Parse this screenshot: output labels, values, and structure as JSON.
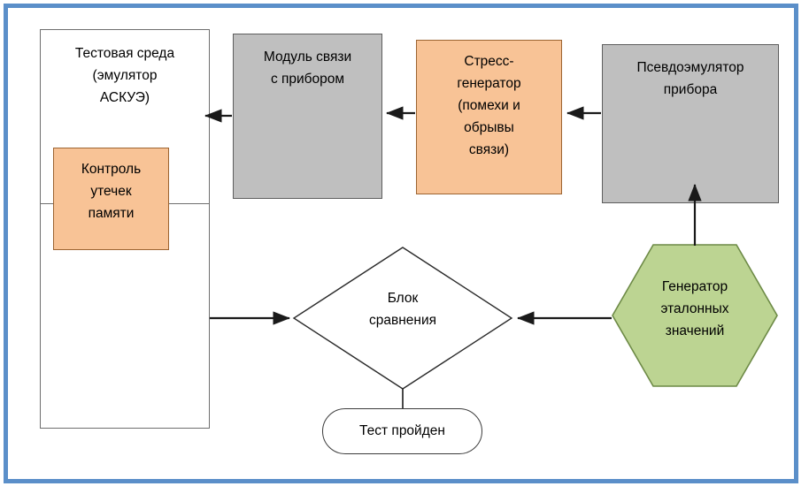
{
  "diagram": {
    "title_text": "",
    "frame_color": "#5b8fc9",
    "background": "#ffffff",
    "nodes": [
      {
        "id": "test-environment",
        "label": "Тестовая среда\n(эмулятор\nАСКУЭ)",
        "shape": "rectangle",
        "fill": "#ffffff",
        "stroke": "#6e6e6e"
      },
      {
        "id": "memory-leak-control",
        "label": "Контроль\nутечек\nпамяти",
        "shape": "rectangle",
        "fill": "#f8c396",
        "stroke": "#9c6432"
      },
      {
        "id": "communication-module",
        "label": "Модуль связи\nс прибором",
        "shape": "rectangle",
        "fill": "#bfbfbf",
        "stroke": "#5d5d5d"
      },
      {
        "id": "stress-generator",
        "label": "Стресс-\nгенератор\n(помехи и\nобрывы\nсвязи)",
        "shape": "rectangle",
        "fill": "#f8c396",
        "stroke": "#9c6432"
      },
      {
        "id": "pseudo-emulator",
        "label": "Псевдоэмулятор\nприбора",
        "shape": "rectangle",
        "fill": "#bfbfbf",
        "stroke": "#5d5d5d"
      },
      {
        "id": "comparison-block",
        "label": "Блок\nсравнения",
        "shape": "diamond",
        "fill": "#ffffff",
        "stroke": "#2b2b2b"
      },
      {
        "id": "reference-generator",
        "label": "Генератор\nэталонных\nзначений",
        "shape": "hexagon",
        "fill": "#bcd492",
        "stroke": "#6d8a46"
      },
      {
        "id": "test-passed",
        "label": "Тест пройден",
        "shape": "rounded-rectangle",
        "fill": "#ffffff",
        "stroke": "#3c3c3c"
      }
    ],
    "edges": [
      {
        "id": "edge-comm-to-env",
        "from": "communication-module",
        "to": "test-environment",
        "arrow": true
      },
      {
        "id": "edge-stress-to-comm",
        "from": "stress-generator",
        "to": "communication-module",
        "arrow": true
      },
      {
        "id": "edge-pseudo-to-stress",
        "from": "pseudo-emulator",
        "to": "stress-generator",
        "arrow": true
      },
      {
        "id": "edge-ref-to-pseudo",
        "from": "reference-generator",
        "to": "pseudo-emulator",
        "arrow": true
      },
      {
        "id": "edge-env-to-compare",
        "from": "test-environment",
        "to": "comparison-block",
        "arrow": true
      },
      {
        "id": "edge-ref-to-compare",
        "from": "reference-generator",
        "to": "comparison-block",
        "arrow": true
      },
      {
        "id": "edge-compare-to-passed",
        "from": "comparison-block",
        "to": "test-passed",
        "arrow": false
      }
    ]
  }
}
